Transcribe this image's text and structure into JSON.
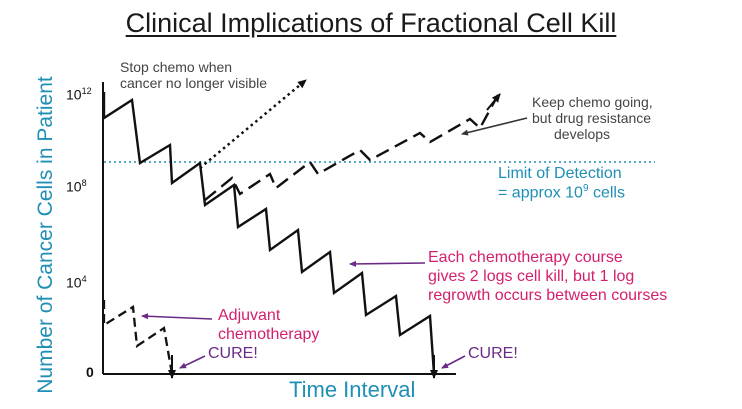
{
  "title": "Clinical Implications of Fractional Cell Kill",
  "axes": {
    "y_label": "Number of Cancer Cells in Patient",
    "x_label": "Time Interval",
    "y_ticks": [
      {
        "base": "10",
        "exp": "12"
      },
      {
        "base": "10",
        "exp": "8"
      },
      {
        "base": "10",
        "exp": "4"
      },
      {
        "base": "0",
        "exp": ""
      }
    ]
  },
  "annotations": {
    "stop_chemo": [
      "Stop chemo when",
      "cancer no longer visible"
    ],
    "keep_chemo": [
      "Keep chemo going,",
      "but drug resistance",
      "develops"
    ],
    "detection_line1": "Limit of Detection",
    "detection_line2_prefix": "= approx 10",
    "detection_line2_exp": "9",
    "detection_line2_suffix": " cells",
    "each_course": [
      "Each chemotherapy course",
      "gives 2 logs cell kill, but 1 log",
      "regrowth occurs between courses"
    ],
    "adjuvant": [
      "Adjuvant",
      "chemotherapy"
    ],
    "cure_left": "CURE!",
    "cure_right": "CURE!"
  },
  "colors": {
    "title": "#1a1a1a",
    "axis_label": "#1f8fb6",
    "detection_line": "#1f8fb6",
    "curve": "#000000",
    "annotation_dark": "#444444",
    "annotation_pink": "#d3206e",
    "annotation_purple": "#6a2a86"
  }
}
